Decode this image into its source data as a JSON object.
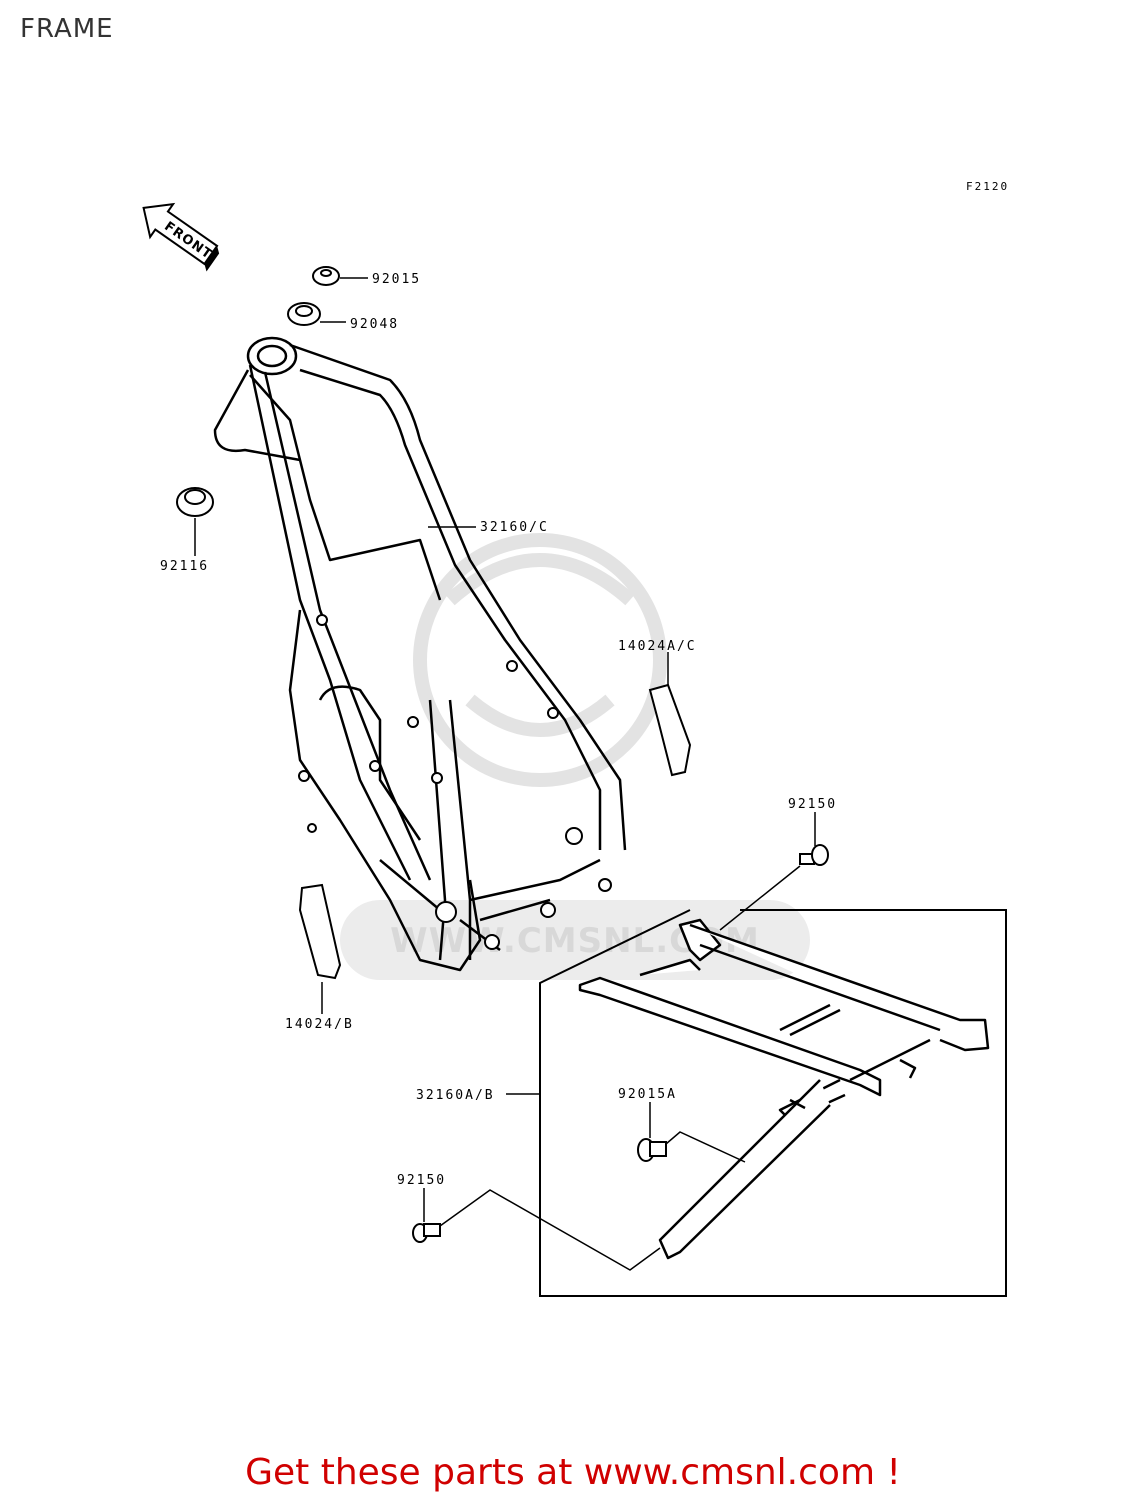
{
  "page": {
    "title": "FRAME"
  },
  "diagram": {
    "figure_code": "F2120",
    "front_label": "FRONT",
    "watermark": "WWW.CMSNL.COM",
    "callouts": [
      {
        "id": "92015",
        "label": "92015"
      },
      {
        "id": "92048",
        "label": "92048"
      },
      {
        "id": "92116",
        "label": "92116"
      },
      {
        "id": "32160c",
        "label": "32160/C"
      },
      {
        "id": "14024ac",
        "label": "14024A/C"
      },
      {
        "id": "92150a",
        "label": "92150"
      },
      {
        "id": "14024b",
        "label": "14024/B"
      },
      {
        "id": "32160ab",
        "label": "32160A/B"
      },
      {
        "id": "92015a",
        "label": "92015A"
      },
      {
        "id": "92150b",
        "label": "92150"
      }
    ]
  },
  "footer": {
    "cta": "Get these parts at www.cmsnl.com !"
  },
  "colors": {
    "cta": "#d00000",
    "line": "#000000",
    "watermark": "#e6e6e6"
  }
}
